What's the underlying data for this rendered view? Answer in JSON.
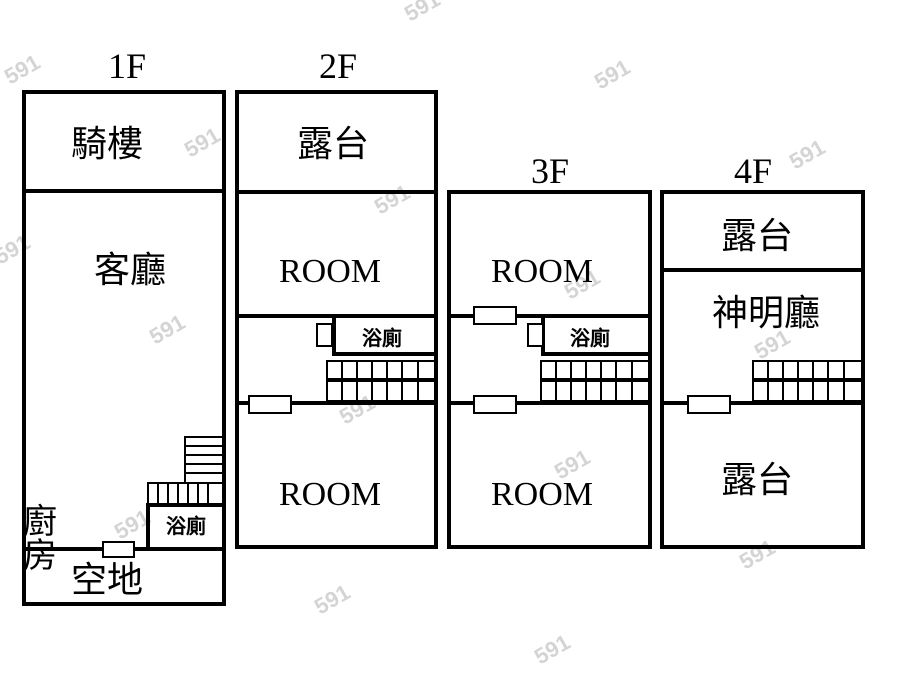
{
  "watermark": "591",
  "floors": [
    {
      "name": "1F",
      "rooms": [
        "騎樓",
        "客廳",
        "廚房",
        "浴廁",
        "空地"
      ]
    },
    {
      "name": "2F",
      "rooms": [
        "露台",
        "ROOM",
        "浴廁",
        "ROOM"
      ]
    },
    {
      "name": "3F",
      "rooms": [
        "ROOM",
        "浴廁",
        "ROOM"
      ]
    },
    {
      "name": "4F",
      "rooms": [
        "露台",
        "神明廳",
        "露台"
      ]
    }
  ]
}
